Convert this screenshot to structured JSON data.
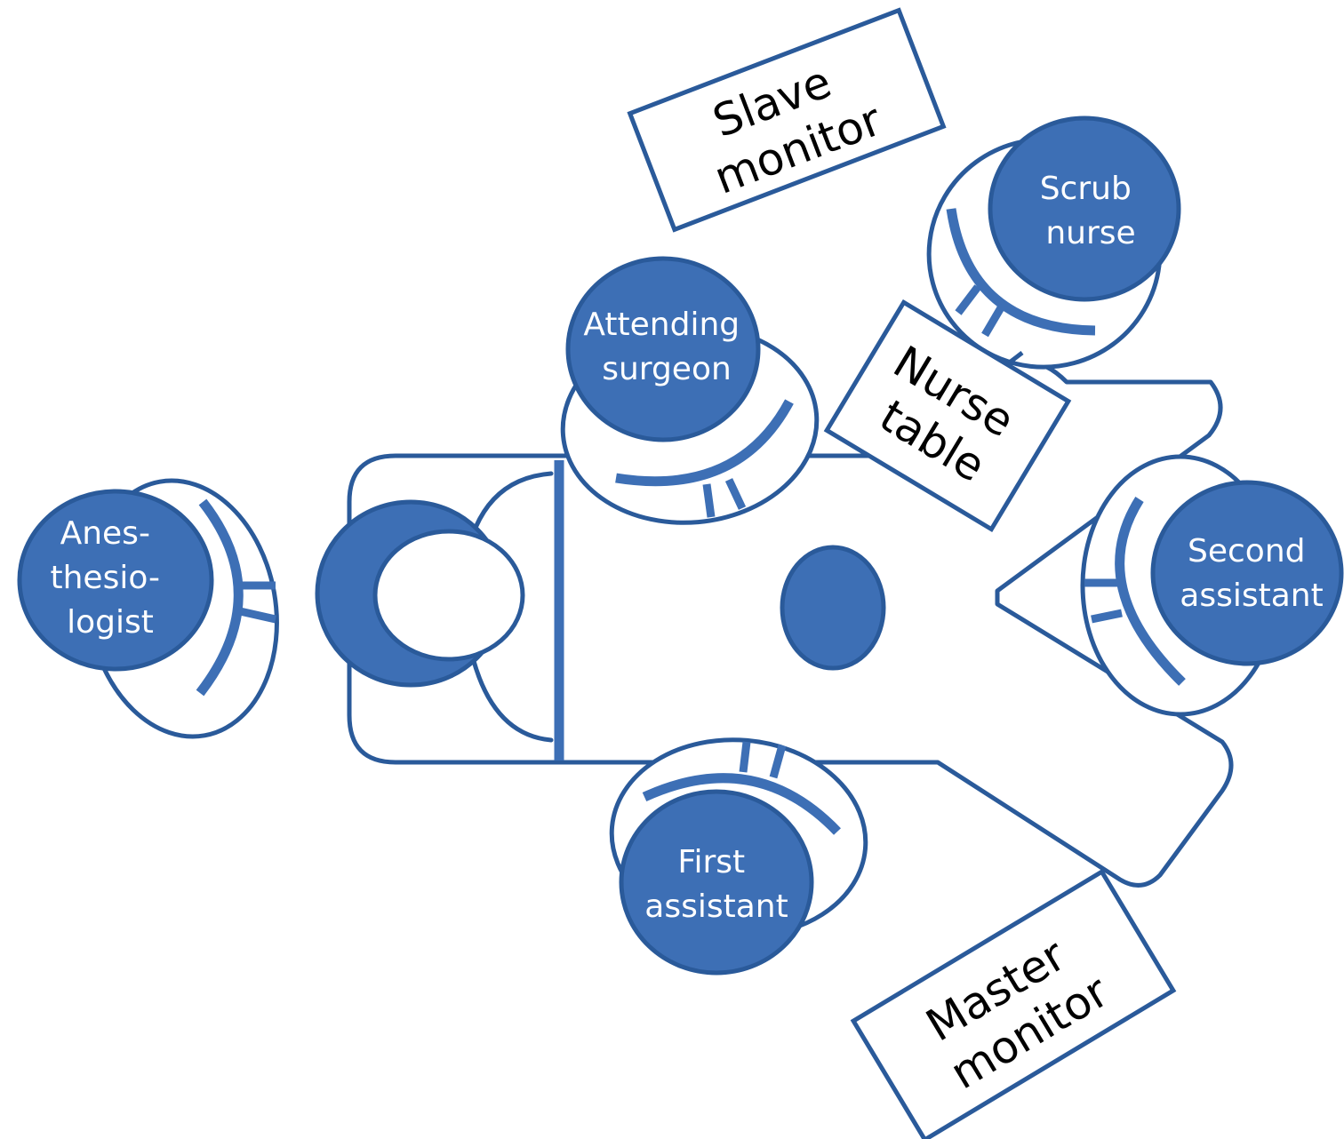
{
  "diagram": {
    "title": "Operating room team layout",
    "colors": {
      "primary_fill": "#3d6fb5",
      "outline": "#2a5a9a",
      "background": "#ffffff",
      "box_text": "#000000",
      "person_text": "#ffffff"
    },
    "people": {
      "anesthesiologist": [
        "Anes-",
        "thesio-",
        "logist"
      ],
      "attending_surgeon": [
        "Attending",
        "surgeon"
      ],
      "scrub_nurse": [
        "Scrub",
        "nurse"
      ],
      "second_assistant": [
        "Second",
        "assistant"
      ],
      "first_assistant": [
        "First",
        "assistant"
      ]
    },
    "equipment": {
      "slave_monitor": [
        "Slave",
        "monitor"
      ],
      "nurse_table": [
        "Nurse",
        "table"
      ],
      "master_monitor": [
        "Master",
        "monitor"
      ]
    }
  }
}
